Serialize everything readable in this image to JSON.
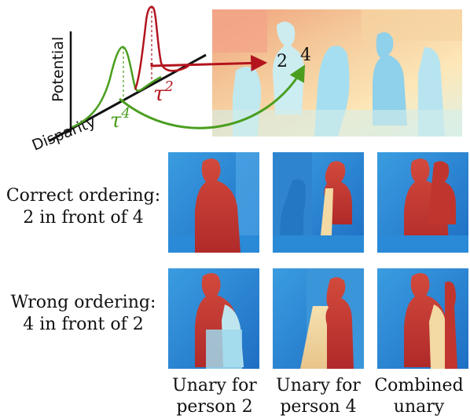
{
  "plot": {
    "y_axis_label": "Potential",
    "x_axis_label": "Disparity",
    "tau_green": "τ",
    "tau_green_exp": "4",
    "tau_red": "τ",
    "tau_red_exp": "2",
    "colors": {
      "red": "#b3141e",
      "green": "#4a9e1f"
    }
  },
  "depth_map": {
    "label_2": "2",
    "label_4": "4"
  },
  "rows": [
    {
      "line1": "Correct ordering:",
      "line2": "2 in front of 4"
    },
    {
      "line1": "Wrong ordering:",
      "line2": "4 in front of 2"
    }
  ],
  "columns": [
    {
      "line1": "Unary for",
      "line2": "person 2"
    },
    {
      "line1": "Unary for",
      "line2": "person 4"
    },
    {
      "line1": "Combined",
      "line2": "unary"
    }
  ]
}
